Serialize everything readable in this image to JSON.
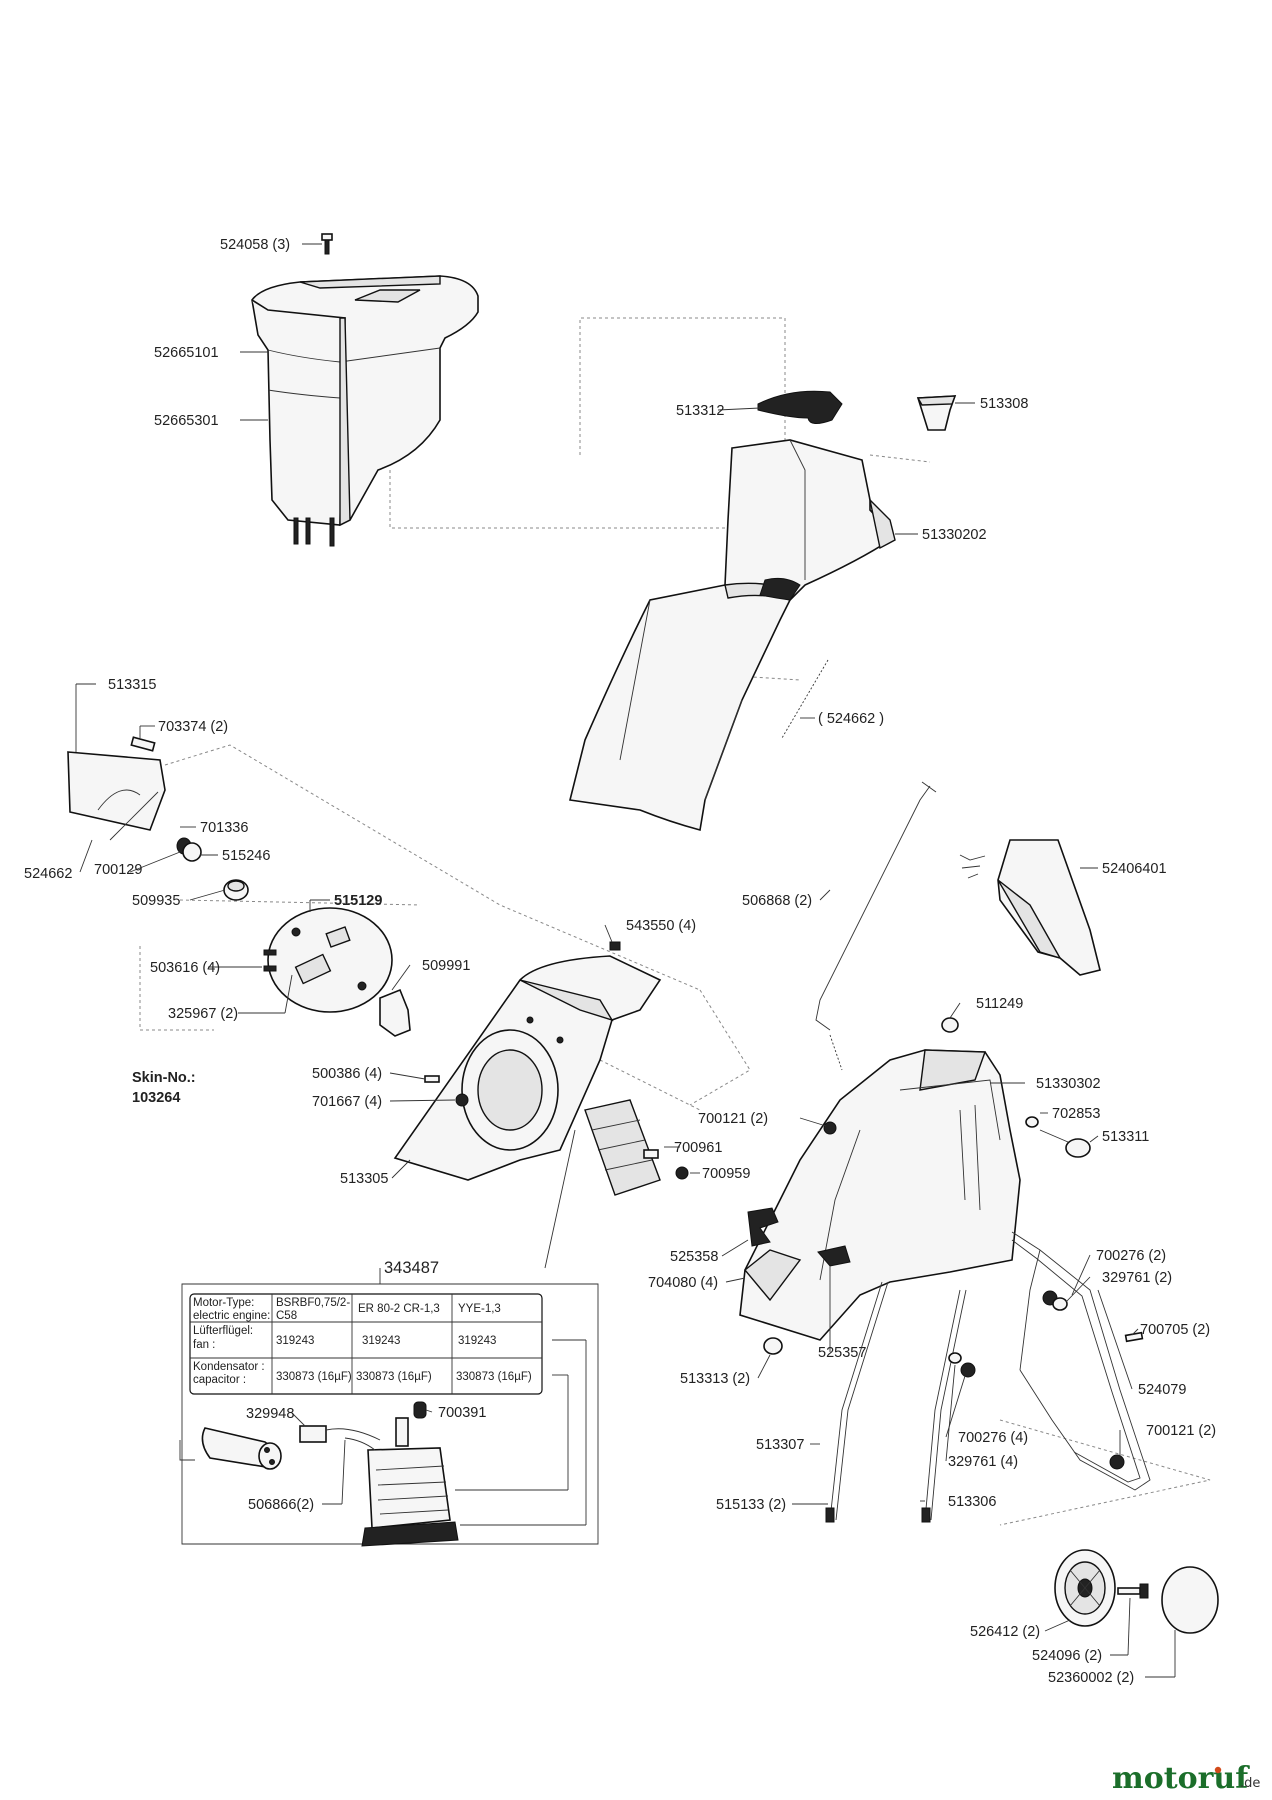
{
  "parts": {
    "p524058": "524058 (3)",
    "p52665101": "52665101",
    "p52665301": "52665301",
    "p513312": "513312",
    "p513308": "513308",
    "p51330202": "51330202",
    "p524662_paren": "( 524662 )",
    "p513315": "513315",
    "p703374": "703374 (2)",
    "p701336": "701336",
    "p515246": "515246",
    "p524662": "524662",
    "p700129": "700129",
    "p509935": "509935",
    "p515129": "515129",
    "p503616": "503616 (4)",
    "p325967": "325967 (2)",
    "p509991": "509991",
    "skin_label": "Skin-No.:",
    "skin_no": "103264",
    "p543550": "543550 (4)",
    "p506868": "506868 (2)",
    "p52406401": "52406401",
    "p511249": "511249",
    "p500386": "500386 (4)",
    "p701667": "701667 (4)",
    "p513305": "513305",
    "p51330302": "51330302",
    "p700121a": "700121 (2)",
    "p702853": "702853",
    "p513311": "513311",
    "p700961": "700961",
    "p700959": "700959",
    "p525358": "525358",
    "p343487": "343487",
    "p700276a": "700276 (2)",
    "p329761a": "329761 (2)",
    "p704080": "704080 (4)",
    "p700705": "700705 (2)",
    "p525357": "525357",
    "p513313": "513313 (2)",
    "p524079": "524079",
    "p329948": "329948",
    "p700391": "700391",
    "p513307": "513307",
    "p700276b": "700276 (4)",
    "p700121b": "700121 (2)",
    "p329761b": "329761 (4)",
    "p506866": "506866(2)",
    "p515133": "515133 (2)",
    "p513306": "513306",
    "p526412": "526412 (2)",
    "p524096": "524096 (2)",
    "p52360002": "52360002 (2)"
  },
  "motor_table": {
    "row_labels": [
      [
        "Motor-Type:",
        "electric engine:"
      ],
      [
        "Lüfterflügel:",
        "fan :"
      ],
      [
        "Kondensator :",
        "capacitor :"
      ]
    ],
    "col1": [
      [
        "BSRBF0,75/2-",
        "C58"
      ],
      [
        "319243"
      ],
      [
        "330873 (16µF)"
      ]
    ],
    "col2": [
      [
        "ER 80-2 CR-1,3"
      ],
      [
        "319243"
      ],
      [
        "330873 (16µF)"
      ]
    ],
    "col3": [
      [
        "YYE-1,3"
      ],
      [
        "319243"
      ],
      [
        "330873 (16µF)"
      ]
    ]
  },
  "logo": {
    "main": "motoruf",
    "suffix": ".de",
    "color": "#1b6e2a",
    "dot_color": "#d24a1a"
  }
}
